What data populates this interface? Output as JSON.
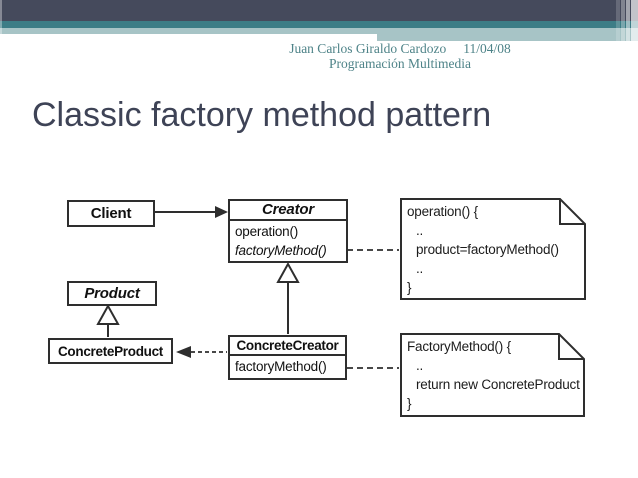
{
  "header": {
    "author": "Juan Carlos Giraldo Cardozo",
    "date": "11/04/08",
    "course": "Programación Multimedia"
  },
  "title": "Classic factory method pattern",
  "diagram": {
    "client": {
      "name": "Client"
    },
    "creator": {
      "name": "Creator",
      "method1": "operation()",
      "method2": "factoryMethod()"
    },
    "product": {
      "name": "Product"
    },
    "concreteProduct": {
      "name": "ConcreteProduct"
    },
    "concreteCreator": {
      "name": "ConcreteCreator",
      "method1": "factoryMethod()"
    },
    "creatorNote": {
      "line1": "operation() {",
      "line2": "..",
      "line3": "product=factoryMethod()",
      "line4": "..",
      "line5": "}"
    },
    "factoryNote": {
      "line1": "FactoryMethod() {",
      "line2": "..",
      "line3": "return new ConcreteProduct",
      "line4": "}"
    }
  },
  "colors": {
    "banner_dark": "#454a5c",
    "banner_teal": "#3c7d86",
    "banner_light_teal": "#a7c4c6",
    "header_text": "#4e8388",
    "title_text": "#3e4356",
    "diagram_line": "#2e2e2e"
  }
}
